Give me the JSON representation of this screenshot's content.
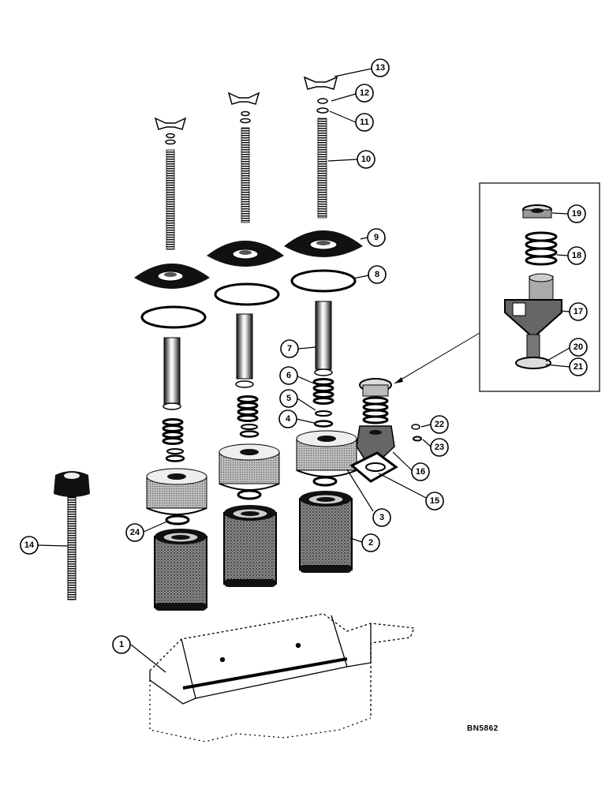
{
  "figure_code": "BN5862",
  "callouts": [
    {
      "id": "1",
      "label": "1"
    },
    {
      "id": "2",
      "label": "2"
    },
    {
      "id": "3",
      "label": "3"
    },
    {
      "id": "4",
      "label": "4"
    },
    {
      "id": "5",
      "label": "5"
    },
    {
      "id": "6",
      "label": "6"
    },
    {
      "id": "7",
      "label": "7"
    },
    {
      "id": "8",
      "label": "8"
    },
    {
      "id": "9",
      "label": "9"
    },
    {
      "id": "10",
      "label": "10"
    },
    {
      "id": "11",
      "label": "11"
    },
    {
      "id": "12",
      "label": "12"
    },
    {
      "id": "13",
      "label": "13"
    },
    {
      "id": "14",
      "label": "14"
    },
    {
      "id": "15",
      "label": "15"
    },
    {
      "id": "16",
      "label": "16"
    },
    {
      "id": "17",
      "label": "17"
    },
    {
      "id": "18",
      "label": "18"
    },
    {
      "id": "19",
      "label": "19"
    },
    {
      "id": "20",
      "label": "20"
    },
    {
      "id": "21",
      "label": "21"
    },
    {
      "id": "22",
      "label": "22"
    },
    {
      "id": "23",
      "label": "23"
    },
    {
      "id": "24",
      "label": "24"
    }
  ]
}
